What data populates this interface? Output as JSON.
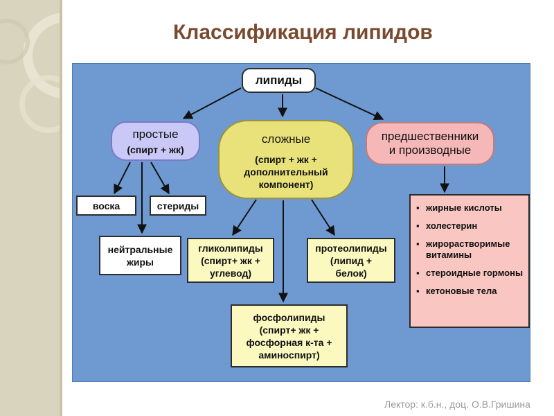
{
  "title": "Классификация липидов",
  "nodes": {
    "lipidy": "липиды",
    "prostye": {
      "line1": "простые",
      "line2": "(спирт + жк)"
    },
    "slozhnye": {
      "line1": "сложные",
      "line2": "(спирт + жк +",
      "line3": "дополнительный",
      "line4": "компонент)"
    },
    "predshestvenniki": {
      "line1": "предшественники",
      "line2": "и производные"
    },
    "voska": "воска",
    "steridy": "стериды",
    "neitralnye": {
      "line1": "нейтральные",
      "line2": "жиры"
    },
    "glikolipidy": {
      "line1": "гликолипиды",
      "line2": "(спирт+ жк +",
      "line3": "углевод)"
    },
    "proteolipidy": {
      "line1": "протеолипиды",
      "line2": "(липид +",
      "line3": "белок)"
    },
    "fosfolipidy": {
      "line1": "фосфолипиды",
      "line2": "(спирт+ жк +",
      "line3": "фосфорная к-та +",
      "line4": "аминоспирт)"
    },
    "derivatives_list": [
      "жирные кислоты",
      "холестерин",
      "жирорастворимые витамины",
      "стероидные гормоны",
      "кетоновые тела"
    ],
    "bullet": "▪"
  },
  "footer": "Лектор: к.б.н., доц. О.В.Гришина",
  "colors": {
    "title": "#7a4a2f",
    "panel": "#6f9ad1",
    "prostye": "#c9c8f6",
    "slozhnye": "#e9e27a",
    "predshestvenniki": "#f6b7b8",
    "leaf_yellow": "#fbf8c0",
    "list_pink": "#f9c6c2"
  }
}
